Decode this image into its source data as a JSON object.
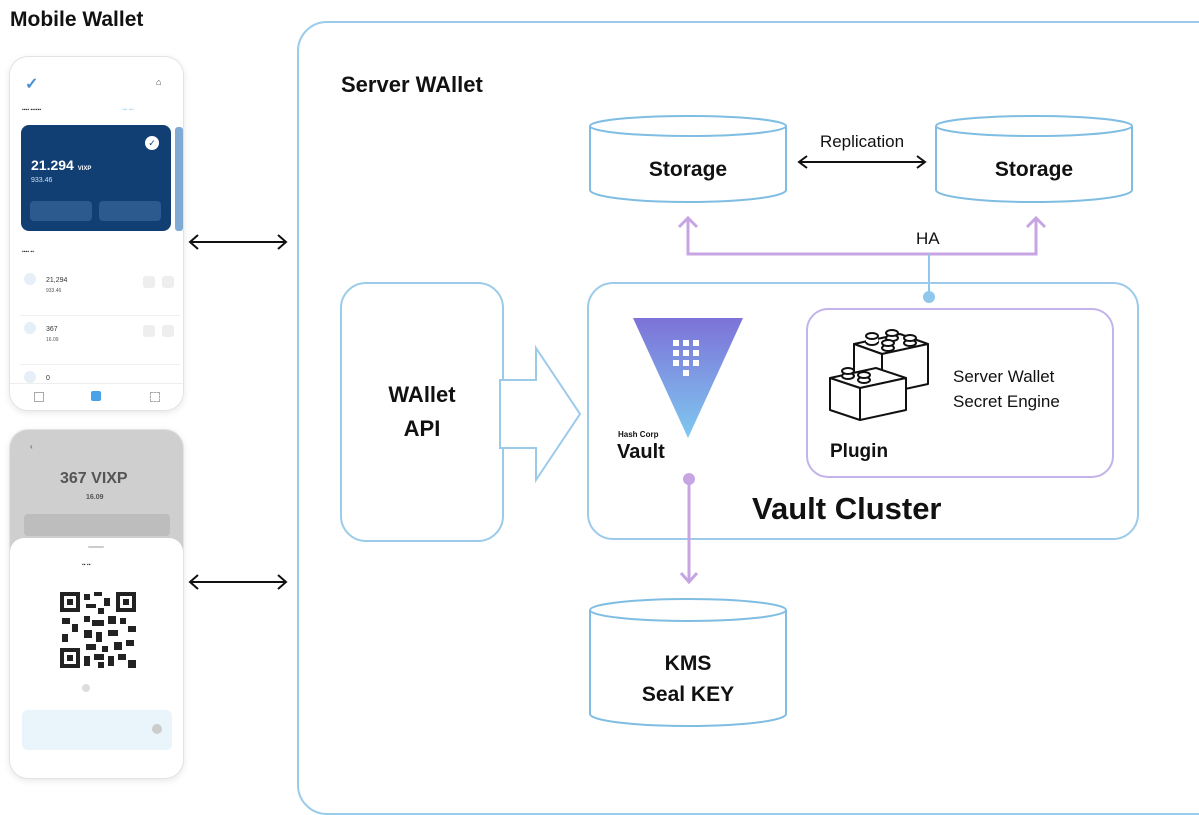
{
  "mobile_title": "Mobile Wallet",
  "server_title": "Server WAllet",
  "storage_left": "Storage",
  "storage_right": "Storage",
  "replication_label": "Replication",
  "ha_label": "HA",
  "wallet_api": [
    "WAllet",
    "API"
  ],
  "vault_brand": "Hash Corp",
  "vault_name": "Vault",
  "plugin_label": "Plugin",
  "engine_label": [
    "Server Wallet",
    "Secret Engine"
  ],
  "cluster_label": "Vault Cluster",
  "kms_label": [
    "KMS",
    "Seal KEY"
  ],
  "phone1": {
    "balance_value": "21.294",
    "balance_unit": "VIXP",
    "balance_sub": "933.46",
    "assets": [
      {
        "value": "21,294",
        "sub": "933.46"
      },
      {
        "value": "367",
        "sub": "16.09"
      },
      {
        "value": "0",
        "sub": ""
      }
    ]
  },
  "phone2": {
    "amount": "367 VIXP",
    "amount_sub": "16.09"
  },
  "colors": {
    "cyl_stroke": "#7fbde3",
    "arrow_purple": "#c7a5e3",
    "card_blue": "#123f73"
  }
}
